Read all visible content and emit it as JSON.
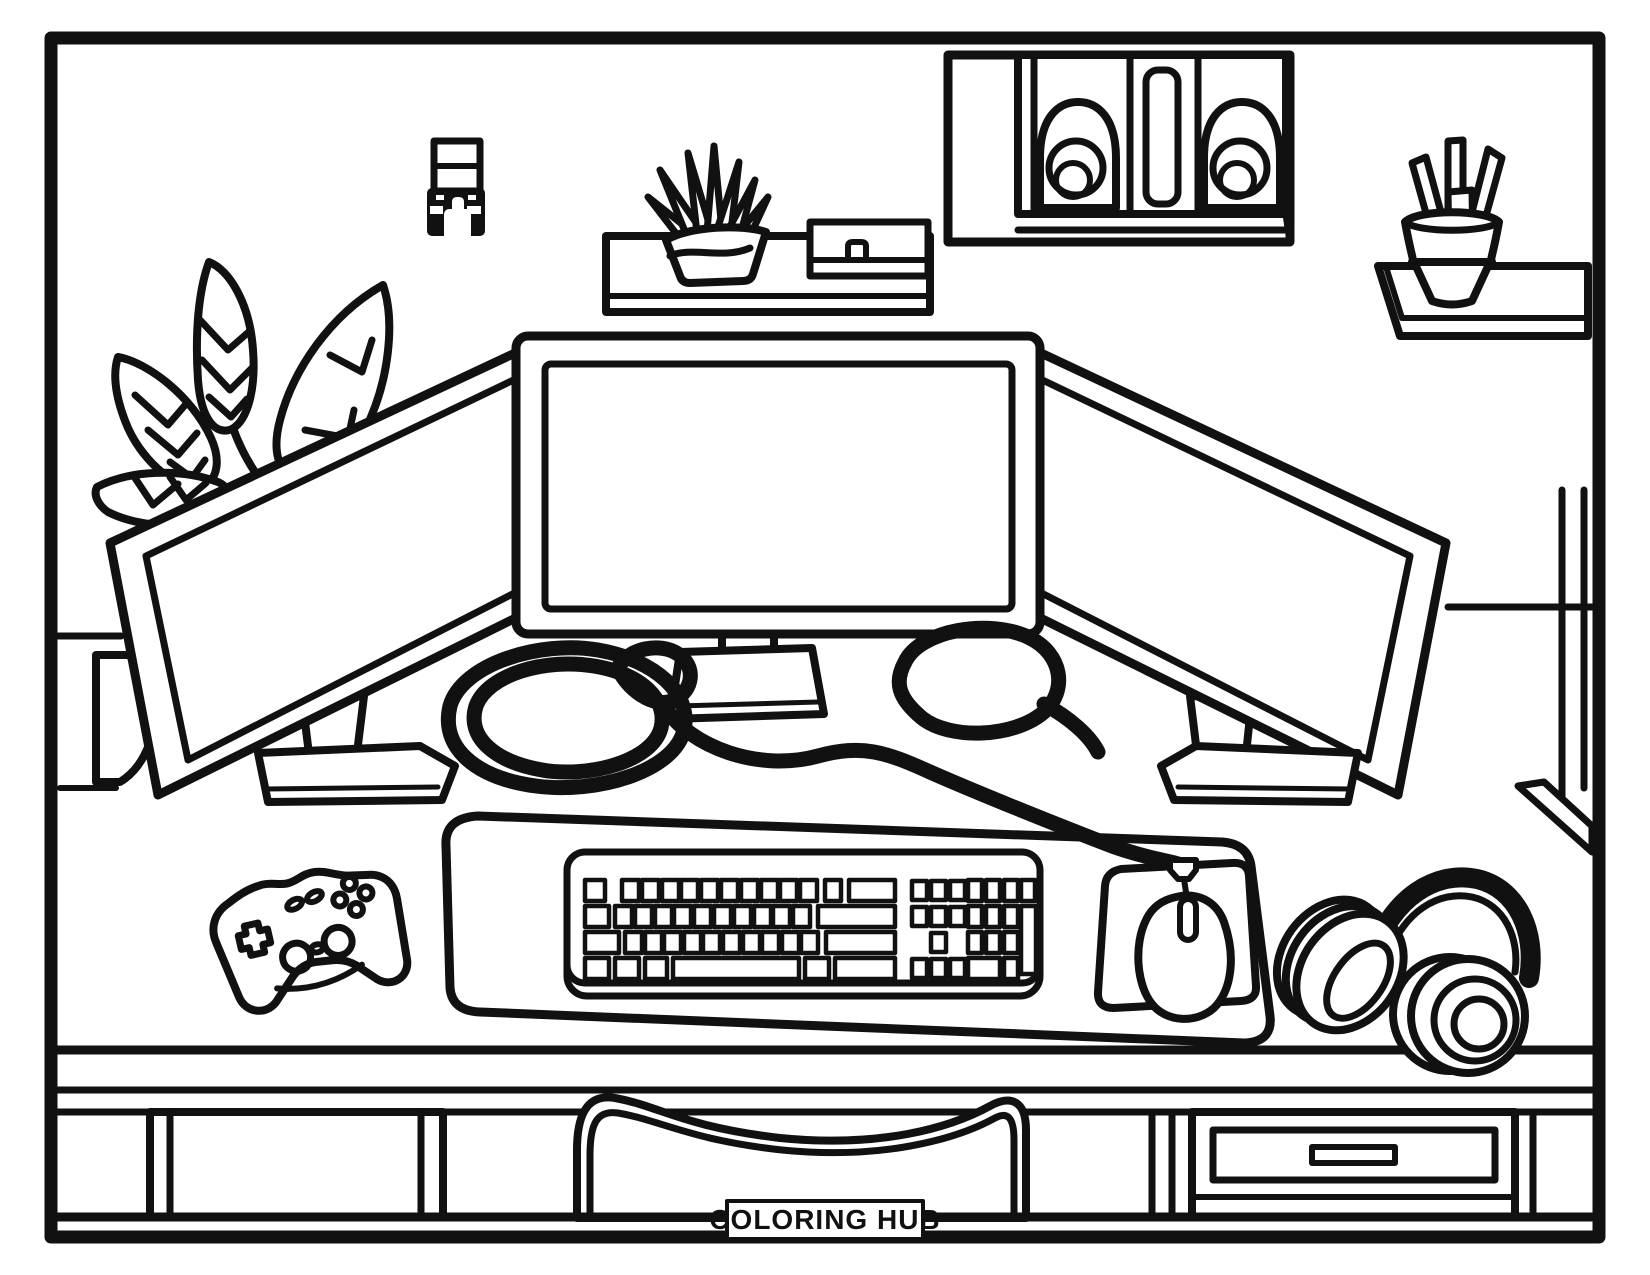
{
  "page": {
    "background": "#ffffff",
    "line_color": "#111111",
    "footer_label": "COLORING HUB"
  },
  "scene": {
    "description": "Coloring-book line art of a gaming desk setup",
    "objects": [
      "usb-flash-drive",
      "wall-shelf-left",
      "succulent-plant",
      "pencil-box",
      "wall-cubby",
      "cubby-cup-left",
      "cubby-tablet",
      "cubby-cup-right",
      "wall-shelf-right",
      "stick-pot",
      "leafy-plant",
      "coffee-mug",
      "wall-pole",
      "left-monitor",
      "center-monitor",
      "right-monitor",
      "monitor-stands",
      "cable-coil",
      "cable-loop",
      "desk-mat",
      "keyboard",
      "mouse-pad",
      "mouse",
      "game-controller",
      "headphones",
      "desk-front",
      "left-cabinet",
      "right-drawer",
      "office-chair",
      "brand-label"
    ]
  }
}
